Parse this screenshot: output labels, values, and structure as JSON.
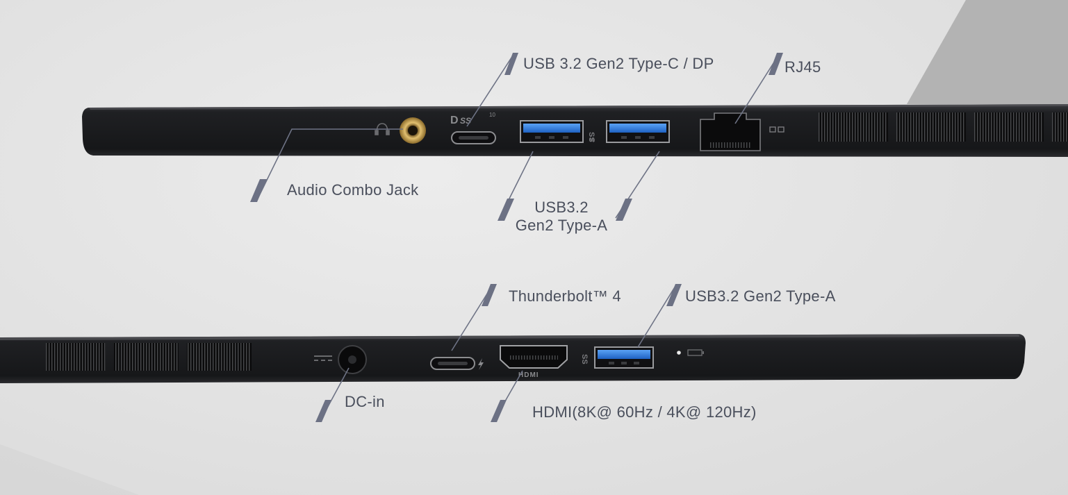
{
  "labels": {
    "usb_c_dp": "USB 3.2 Gen2 Type-C / DP",
    "rj45": "RJ45",
    "audio": "Audio Combo Jack",
    "usb_a_left_line1": "USB3.2",
    "usb_a_left_line2": "Gen2 Type-A",
    "thunderbolt": "Thunderbolt™ 4",
    "usb_a_right": "USB3.2 Gen2 Type-A",
    "dc_in": "DC-in",
    "hdmi": "HDMI(8K@ 60Hz / 4K@ 120Hz)"
  },
  "port_markings": {
    "dp_mark": "D",
    "ss_mark": "SS",
    "ss_speed": "10",
    "hdmi_mark": "HDMI"
  },
  "colors": {
    "chassis": "#1d1e21",
    "callout_line": "#6e7385",
    "callout_tab": "#6c7184",
    "usb_blue": "#2f7de0",
    "audio_gold": "#c9a356",
    "label_text": "#4a4f5c"
  },
  "icons": {
    "headphone": "headphone-icon",
    "thunderbolt": "lightning-icon",
    "dc": "dc-power-icon",
    "network": "network-icon",
    "battery": "battery-led-icon"
  }
}
